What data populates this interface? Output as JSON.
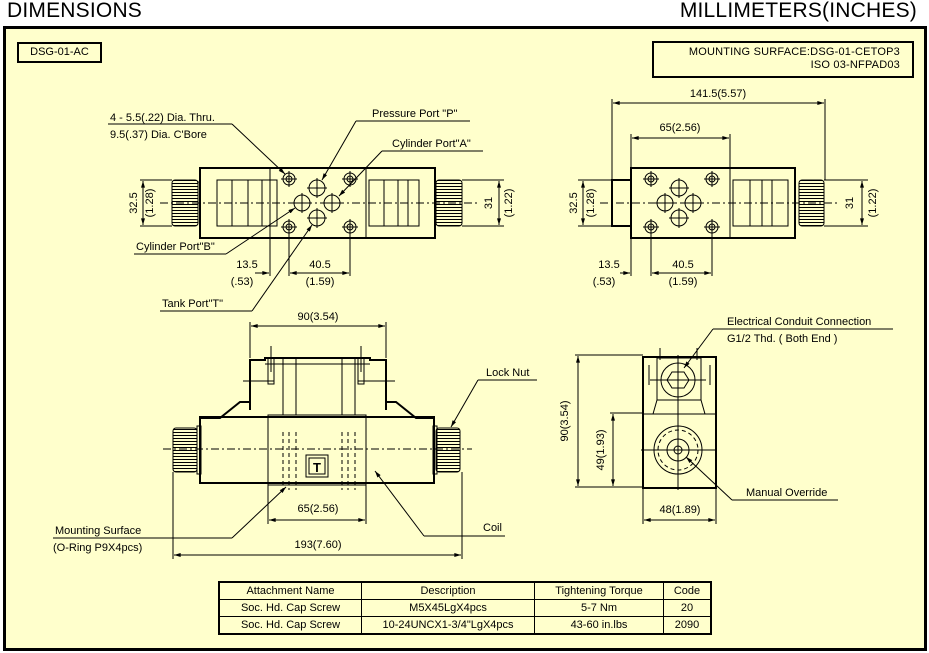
{
  "header": {
    "title_left": "DIMENSIONS",
    "title_right": "MILLIMETERS(INCHES)"
  },
  "model": "DSG-01-AC",
  "mounting_surface": {
    "line1": "MOUNTING SURFACE:DSG-01-CETOP3",
    "line2": "ISO 03-NFPAD03"
  },
  "top_view_left": {
    "label_holes_1": "4 - 5.5(.22) Dia. Thru.",
    "label_holes_2": "9.5(.37) Dia. C'Bore",
    "label_pressure": "Pressure Port \"P\"",
    "label_cyl_a": "Cylinder Port\"A\"",
    "label_cyl_b": "Cylinder Port\"B\"",
    "label_tank": "Tank Port\"T\"",
    "dim_height_mm": "32.5",
    "dim_height_in": "(1.28)",
    "dim_right_mm": "31",
    "dim_right_in": "(1.22)",
    "dim_a_mm": "13.5",
    "dim_a_in": "(.53)",
    "dim_b_mm": "40.5",
    "dim_b_in": "(1.59)"
  },
  "top_view_right": {
    "dim_total": "141.5(5.57)",
    "dim_body": "65(2.56)",
    "dim_height_mm": "32.5",
    "dim_height_in": "(1.28)",
    "dim_right_mm": "31",
    "dim_right_in": "(1.22)",
    "dim_a_mm": "13.5",
    "dim_a_in": "(.53)",
    "dim_b_mm": "40.5",
    "dim_b_in": "(1.59)"
  },
  "front_view": {
    "dim_top": "90(3.54)",
    "dim_body": "65(2.56)",
    "dim_total": "193(7.60)",
    "label_lock_nut": "Lock Nut",
    "label_coil": "Coil",
    "label_mount_1": "Mounting Surface",
    "label_mount_2": "(O-Ring P9X4pcs)",
    "badge": "T"
  },
  "side_view": {
    "label_conduit_1": "Electrical Conduit Connection",
    "label_conduit_2": "G1/2 Thd. ( Both End )",
    "label_override": "Manual Override",
    "dim_height": "90(3.54)",
    "dim_center": "49(1.93)",
    "dim_width": "48(1.89)"
  },
  "attachments": {
    "headers": [
      "Attachment Name",
      "Description",
      "Tightening Torque",
      "Code"
    ],
    "rows": [
      [
        "Soc. Hd. Cap Screw",
        "M5X45LgX4pcs",
        "5-7 Nm",
        "20"
      ],
      [
        "Soc. Hd. Cap Screw",
        "10-24UNCX1-3/4\"LgX4pcs",
        "43-60 in.lbs",
        "2090"
      ]
    ]
  },
  "colors": {
    "background": "#ffffcc",
    "ink": "#000000"
  }
}
